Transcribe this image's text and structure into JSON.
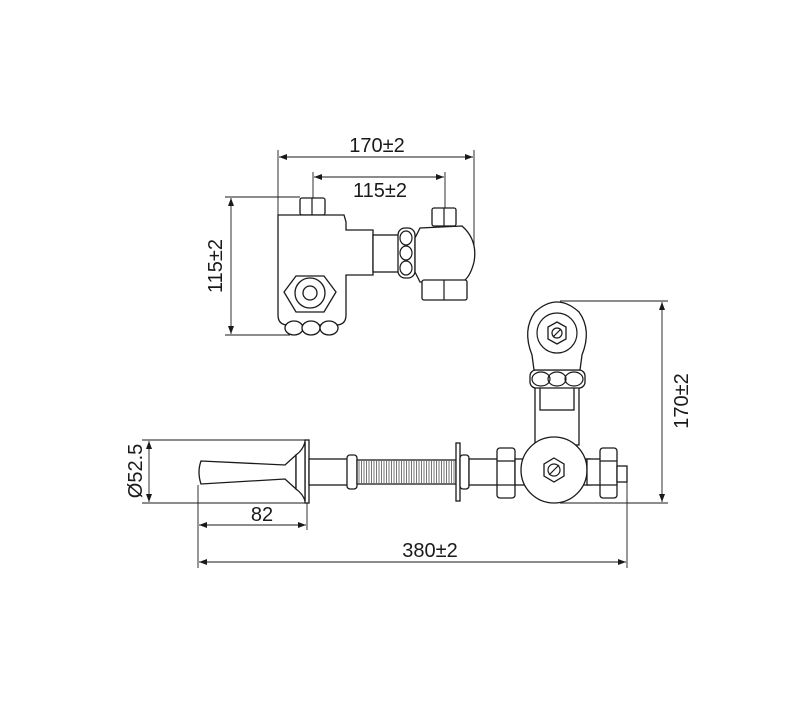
{
  "drawing": {
    "top_view": {
      "overall_width_label": "170±2",
      "inlet_spacing_label": "115±2",
      "height_label": "115±2"
    },
    "front_view": {
      "flange_diameter_label": "Ø52.5",
      "handle_length_label": "82",
      "overall_length_label": "380±2",
      "overall_height_label": "170±2"
    }
  }
}
